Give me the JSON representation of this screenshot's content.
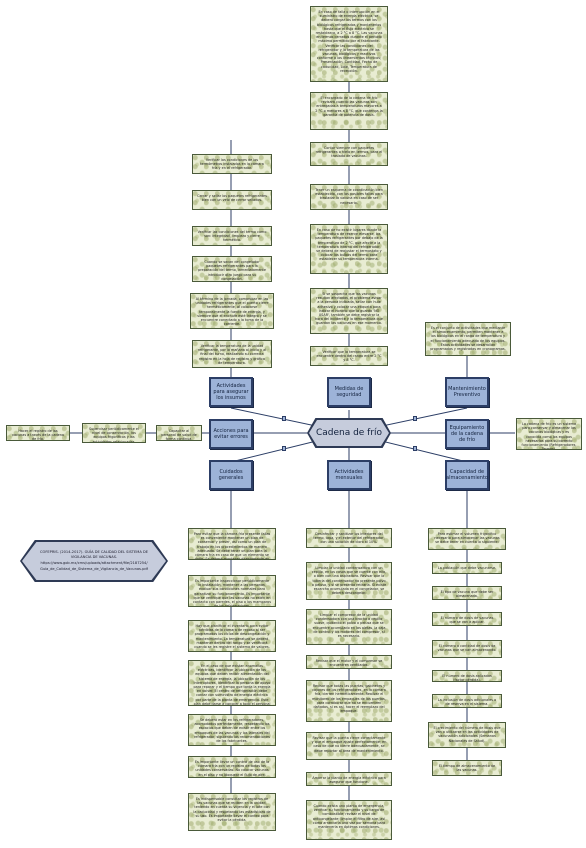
{
  "central": {
    "label": "Cadena de frío"
  },
  "branches": {
    "actividades_asegurar": "Actividades para asegurar los insumos",
    "medidas_seguridad": "Medidas de seguridad",
    "mantenimiento": "Mantenimiento Preventivo",
    "acciones_evitar": "Acciones para evitar errores",
    "equipamiento": "Equipamiento de la cadena de frío",
    "cuidados": "Cuidados generales",
    "actividades_mensuales": "Actividades mensuales",
    "capacidad": "Capacidad de almacenamiento"
  },
  "top_left_cards": [
    "Verificar las condiciones de los termómetros instalados en la cámara fría y en el refrigerador.",
    "Cerrar y sellar los paquetes refrigerantes bien con un velo de cerrar sellados.",
    "Verificar las condiciones del termo como son: integridad, limpieza y cierre hermético.",
    "Cuando se sacan del congelador paquetes refrigerantes para la preparación del termo, inmediatamente introducir otro juego para su congelación.",
    "Al término de la jornada, comprobar en las unidades refrigerantes que el puerto cierre herméticamente, al colocarse temporalmente la fuente de energía, y siempre que el enchufe esté íntegro y se encuentre conectado a la toma de la corriente.",
    "Verificar la temperatura de la unidad refrigerante, por la mañana al inicio y al final del turno, realizando su correcta registro en la hoja de registro y gráfica de temperatura."
  ],
  "top_center_cards": [
    "En caso de falla o interrupción en el suministro de energía eléctrica, se deberá cargar los termos con los biológicos refrigerados y mantenerlos hasta que el flujo eléctrico se restablezca, a 2 °C a 8 °C. Las vacunas en termos cerrados durante el periodo máximo permitido por el fabricante. Verificar las condiciones del refrigerador y la temperatura de las vacunas, biológicos y reactivos conforme a los lineamientos técnicos; Presentación, Cantidad, Fecha de caducidad, Lote, Temperatura de recepción.",
    "El encargado de la cadena de frío revisará cuando las vacunas son entregadas a temperaturas mayores a 2 °C o menores a 8 °C, que contenga la garantía de potencia de dosis.",
    "Contar siempre con paquetes refrigerantes o hielo en termos, para el traslado de vacunas.",
    "Tener un esquema de coordinación bien establecido, con las posibles fallas para trasladar la vacuna en caso de ser necesario.",
    "En caso de no existir lugares donde la temperatura de reserve elevarse, los paquetes refrigerantes por debajo de la temperatura de 2 °C, que afecte a la temperatura interna del refrigerador, se deberá de reajustar el termostato y colocar los bulbos del termo para establecer su temperatura interna.",
    "Si se sospecha que las vacunas resultan afectadas, el problema avisar a la persona indicada, sellar con hule adhesivo y colocar una etiqueta para indicar el horario que la guarda 'NO USAR', también se debe registrar la hora del incidente y la temperatura que guardan las vacunas en ese momento.",
    "Verificar que la temperatura se encuentre dentro del rango entre 2 °C y 8 °C."
  ],
  "right_note": "Es el conjunto de actividades que mediante el almacenamiento, permiten mantener a los biológicos en el rango de temperatura y el funcionamiento adecuado de los equipos. Estas actividades se desarrollan programadas y registradas en cronogramas.",
  "right_definition": "La cadena de frío es un sistema para conservar y almacenar las vacunas biológicas y es conocida como los equipos necesarios para su correcto funcionamiento (Refrigeradores, Termos).",
  "left_cards": [
    "Capacitar al personal de salud de forma continua.",
    "Supervisar periódicamente el nivel de conservación, los equipos frigoríficos y las actividades relacionadas.",
    "Hacer el registro de las vacunas a través de la cadena de frío."
  ],
  "reference": "COFEPRIS. (2014-2017). GUÍA DE CALIDAD DEL SISTEMA DE VIGILANCIA DE VACUNAS. https://www.gob.mx/cms/uploads/attachment/file/2187254/ Guía_de_Calidad_de_Sistema_de_Vigilancia_de_Vacunas.pdf",
  "bottom_left_cards": [
    "Para evitar que la cámara fría presente fallas es conveniente mantener un plan de conservar y prever, así como un plan de trabajo en los procedimientos de manera adecuada. Se debe tener un plan para la cámara fría en caso de que un elemento se dañe. Se deberá mantener directamente en las vacunas, biológicos y reactivos, no se deben usar unidades para otros insumos.",
    "Es importante inspeccionar periódicamente la instalación, mantener a las personas, evaluar sus condiciones normales para garantizar su funcionamiento. Es importante que se verifique que las vacunas no estén en contacto con paredes, el piso o los mamparos de los refrigeradores.",
    "Hay que planificar el inventario para evitar pérdidas de la cámara de reposo al ser programados los ciclos de descongelación y mantenimiento. La temperatura se deberá mantener dentro del rango y se verificará cuando se les registre el sistema de valores.",
    "En el caso de que existan anomalías eléctricas, identificar la ubicación de los equipos que deben recibir alimentación del sistema de energía, la ubicación de los interruptores, identificar la persona de apoyo para reparar y el tiempo que tarda la energía en volver. El centro de refrigeración debe contar con suministro de energía eléctrica por parte de la planta de emergencia. Este plan debe darse a conocer a todo el personal que labora en el establecimiento.",
    "Se deberá estar en los refrigeradores, acomodados perfectamente, respetando los espacios que deben de existir entre los empaques de las vacunas y los laterales del refrigerador, siguiendo las recomendaciones de los fabricantes.",
    "Es importante llevar un control de uso de la cámara fría con un registro de todas las unidades conservadas. No colocar vacunas en el piso y no bloquear el flujo de aire.",
    "Es indispensable consultar los registros de las vacunas que se reciben en la unidad, teniendo en cuenta su vigencia y el lote con la caducidad y respetando las estadísticas de su uso. Es importante llevar el conteo para evitar la pérdida."
  ],
  "bottom_center_cards": [
    "Desinfectar y sanitizar los interiores del termo, tapa, y el exterior del refrigerador, con una solución de cloro al 10%.",
    "Limpiar la unidad condensadora con un cepillo, en los casos que se cuente con ella, o bien con una aspiradora. Revisar que la tubería del condensador no presente polvo o pelusa, y si se presenta retirarla. Si existe escarcha acumulada en el congelador, se deberá descongelar.",
    "Limpiar el compresor de la unidad condensadora con una brocha o cepillo suave, quitando el polvo o pelusa que se encuentre acumulado en las aletas, la caja de control y los motores del compresor, si es necesario.",
    "Revisar que el motor y el compresor se encuentren ventilados.",
    "Revisar que todas las puertas, gabinetes y cajones de los refrigeradores, en la cámara fría, cierren herméticamente. Realizar el monitoreo de los empaques de las puertas, para corroborar que no se encuentren dañados, si es así, hacer el reemplazo del empaque.",
    "Revisar que la puerta cierre correctamente y que el empaque ajuste perfectamente; en caso de que no cierre adecuadamente, se debe reportar al área de mantenimiento.",
    "Amarrar la planta de energía eléctrica para asegurar que funcione.",
    "Cuando exista una planta de emergencia, verificar su funcionamiento y su carga de combustible; revisar el nivel de anticongelante; limpiar el filtro de aire, así como arrancarla una vez por semana para mantenerla en óptimas condiciones."
  ],
  "bottom_right_cards": [
    "Para estimar el volumen frigorífico necesario para almacenar las vacunas se debe tener en cuenta lo siguiente:",
    "La población que debe vacunarse.",
    "El tipo de vacuna que debe ser almacenada.",
    "El número de dosis de vacunas que se van a aplicar.",
    "El número o cantidad de dosis de vacunas que se van almacenando.",
    "El número de dosis aplicadas (factor pérdida).",
    "La inclusión de dosis adicionales o de reserva en el sistema.",
    "El crecimiento del número de dosis que van a utilizarse en las actividades de vacunación adicionales (Semanas Nacionales de Salud).",
    "El tiempo de almacenamiento de las vacunas."
  ]
}
